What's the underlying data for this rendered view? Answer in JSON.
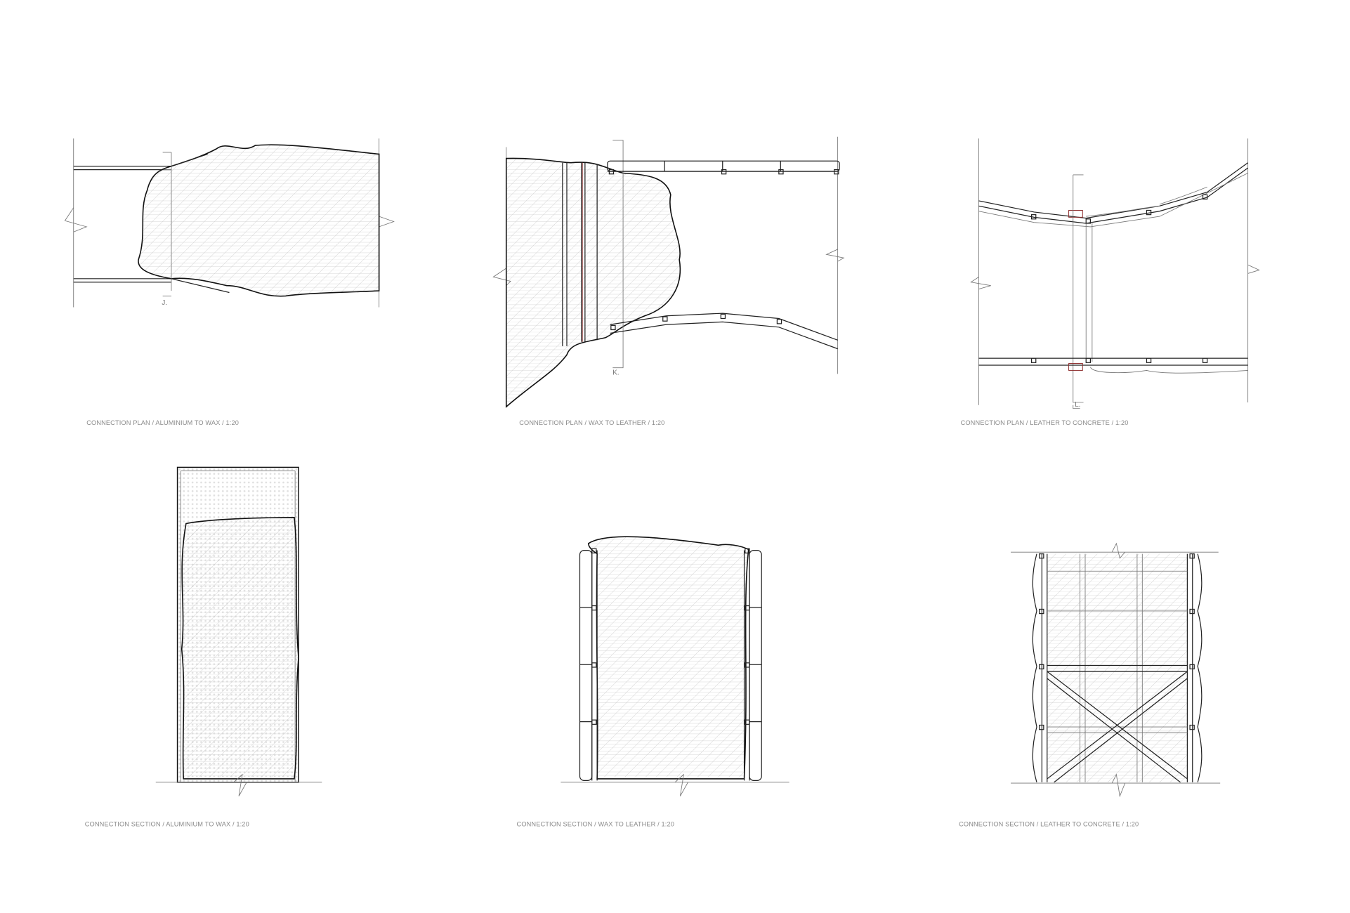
{
  "drawings": [
    {
      "label": "CONNECTION PLAN / ALUMINIUM TO WAX / 1:20",
      "marker": "J."
    },
    {
      "label": "CONNECTION PLAN / WAX TO LEATHER / 1:20",
      "marker": "K."
    },
    {
      "label": "CONNECTION PLAN / LEATHER TO CONCRETE / 1:20",
      "marker": "L."
    },
    {
      "label": "CONNECTION SECTION / ALUMINIUM TO WAX / 1:20"
    },
    {
      "label": "CONNECTION SECTION / WAX TO LEATHER / 1:20"
    },
    {
      "label": "CONNECTION SECTION / LEATHER TO CONCRETE / 1:20"
    }
  ],
  "colors": {
    "line": "#111111",
    "hatch": "#c8c8c8",
    "joint": "#8b2a2a",
    "label": "#8a8a8a"
  }
}
